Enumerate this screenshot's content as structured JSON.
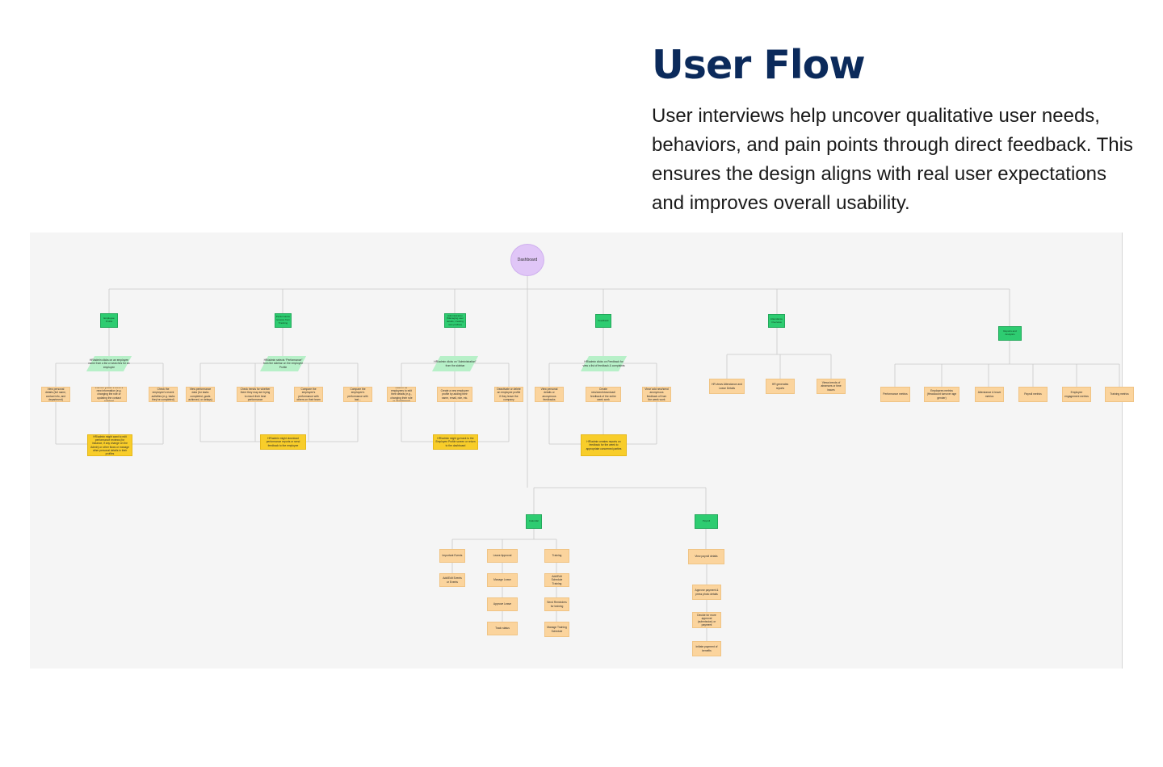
{
  "header": {
    "title": "User Flow",
    "description": "User interviews help uncover qualitative user needs, behaviors, and pain points through direct feedback. This ensures the design aligns with real user expectations and improves overall usability."
  },
  "colors": {
    "title": "#0b2a5b",
    "board_bg": "#f5f5f5",
    "start_node": "#e0c6f7",
    "category_node": "#2ecc71",
    "decision_node": "#b7f0c8",
    "action_node": "#fbd49d",
    "note_node": "#f8cd2a",
    "connector": "#c8c8c8"
  },
  "flow": {
    "start": "Dashboard",
    "employee": {
      "category": "Employee Profile",
      "decision": "HR/admin clicks on an employee name from a list or searches for an employee",
      "actions": [
        "View personal details (full name, contact info, and department)",
        "Edit the profile if there’s new information (e.g. changing the role or updating the contact number)",
        "Check the employee’s recent activities (e.g. tasks they’ve completed)"
      ],
      "note": "HR/admin might want to edit performance reviews (for instance, if any change on the Admin) or other flows or manage other personal details in their profiles"
    },
    "performance": {
      "category": "Performance reviews from Tracking",
      "decision": "HR/admin selects “Performance” from the sidebar on the employee Profile",
      "actions": [
        "View performance data (for tasks completed, goals achieved, or delays)",
        "Check trends for whether there they may are trying to reach their best performance",
        "Compare the employee’s performance with others on their team",
        "Compare the employee’s performance with last..."
      ],
      "note": "HR/admin might download performance reports or send feedback to the employee"
    },
    "admin": {
      "category": "Administration (Managing user details, creating new profiles)",
      "decision": "HR/admin clicks on “Administration” from the sidebar",
      "actions": [
        "Search for employees to edit their details (e.g., changing their role or department)",
        "Create a new employee profile by adding their name, email, role, etc.",
        "Deactivate or delete an employee profile if they leave the company"
      ],
      "note": "HR/admin might go back to the Employee Profile screen or return to the dashboard"
    },
    "feedback": {
      "category": "Feedback",
      "decision": "HR/admin clicks on Feedback for view a list of feedback & complaints",
      "actions": [
        "View personal details or anonymous feedbacks",
        "Create new/send/download/ feedback of the entire week work",
        "View/ add new/send anonymous feedback of from the week work"
      ],
      "note": "HR/admin creates reports on feedback for the week to appropriate concerned parties"
    },
    "attendance": {
      "category": "Attendance Overview",
      "actions": [
        "HR views Attendance and Leave Details",
        "HR generates reports",
        "Views trends of absences or time issues"
      ]
    },
    "reports": {
      "category": "Reports and Analytics",
      "actions": [
        "Performance metrics",
        "Employees metrics (Headcount turnover age gender)",
        "Attendance & leave metrics",
        "Payroll metrics",
        "Employee engagement metrics",
        "Training metrics"
      ]
    },
    "calendar": {
      "category": "Calendar",
      "col1": [
        "Important Events",
        "Add/Edit Events or Events"
      ],
      "col2": [
        "Leave Approval",
        "Manage Leave",
        "Approve Leave",
        "Track status"
      ],
      "col3": [
        "Training",
        "Add/Edit Schedule Training",
        "Send Reminders for training",
        "Manage Training Schedule"
      ]
    },
    "payroll": {
      "category": "Payroll",
      "steps": [
        "View payroll details",
        "Approve payment & press photo details",
        "Decide for more approval (submission) or payment",
        "Initiate payment of benefits"
      ]
    }
  }
}
